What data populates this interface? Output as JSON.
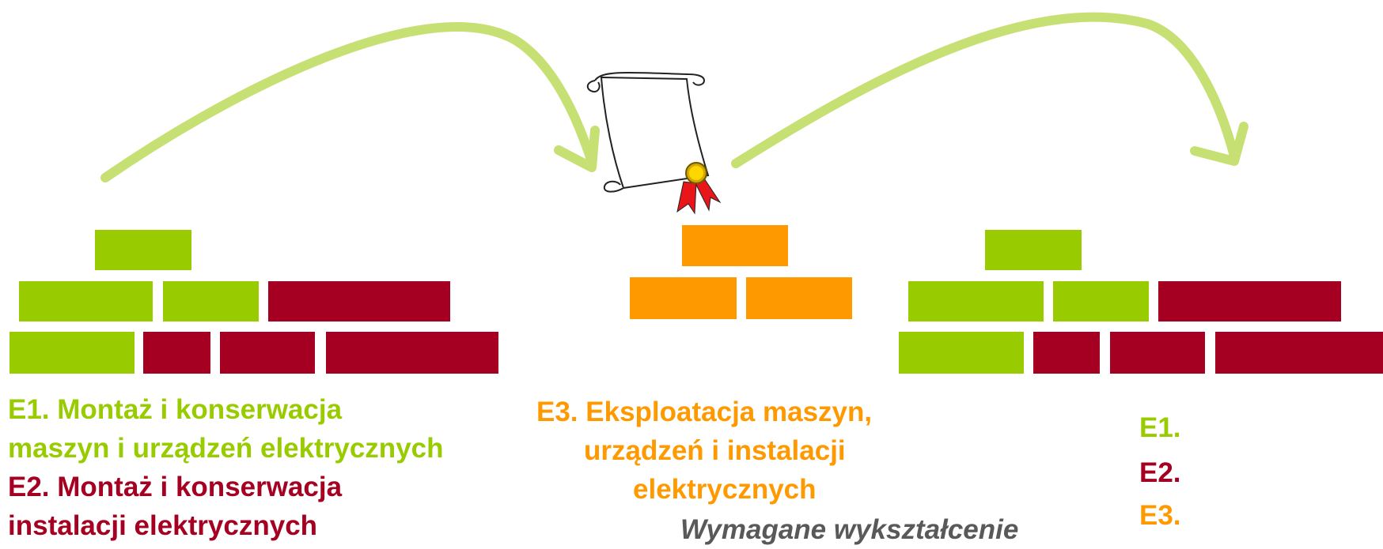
{
  "colors": {
    "green": "#99CC00",
    "red": "#A50021",
    "orange": "#FF9900",
    "arrow": "#C6E074",
    "caption": "#595959"
  },
  "left_block": {
    "line1": "E1. Montaż i konserwacja",
    "line2": "maszyn i urządzeń elektrycznych",
    "line3": "E2. Montaż i konserwacja",
    "line4": "instalacji elektrycznych"
  },
  "middle_block": {
    "line1": "E3. Eksploatacja maszyn,",
    "line2": "urządzeń i instalacji",
    "line3": "elektrycznych"
  },
  "right_block": {
    "e1": "E1.",
    "e2": "E2.",
    "e3": "E3."
  },
  "caption": "Wymagane wykształcenie",
  "icons": {
    "diploma": "diploma-scroll-icon",
    "arrows": "curved-arrow-icon"
  }
}
